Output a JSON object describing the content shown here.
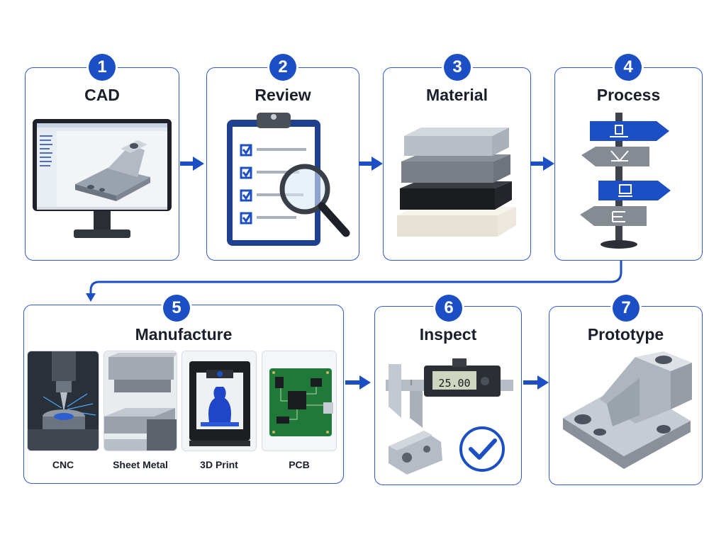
{
  "steps": [
    {
      "number": "1",
      "title": "CAD"
    },
    {
      "number": "2",
      "title": "Review"
    },
    {
      "number": "3",
      "title": "Material"
    },
    {
      "number": "4",
      "title": "Process"
    },
    {
      "number": "5",
      "title": "Manufacture"
    },
    {
      "number": "6",
      "title": "Inspect"
    },
    {
      "number": "7",
      "title": "Prototype"
    }
  ],
  "manufacture_methods": [
    {
      "label": "CNC",
      "icon": "cnc-mill-icon"
    },
    {
      "label": "Sheet Metal",
      "icon": "press-brake-icon"
    },
    {
      "label": "3D Print",
      "icon": "3d-printer-icon"
    },
    {
      "label": "PCB",
      "icon": "circuit-board-icon"
    }
  ],
  "caliper_reading": "25.00",
  "colors": {
    "accent": "#1c4fc4",
    "border": "#2f5bd3",
    "arrow": "#1c4fc4"
  }
}
